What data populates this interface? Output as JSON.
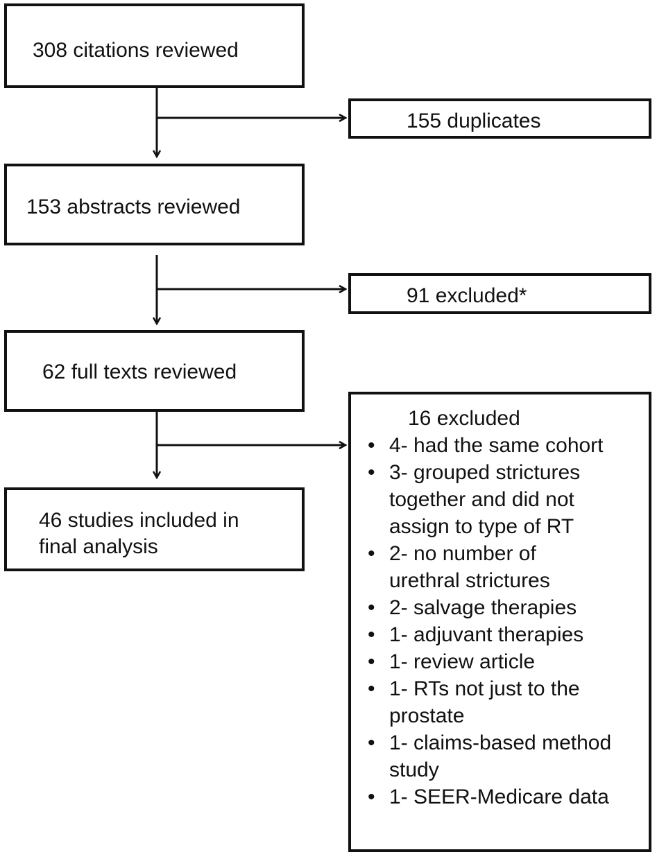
{
  "flowchart": {
    "citations": "308 citations reviewed",
    "duplicates": "155 duplicates",
    "abstracts": "153 abstracts reviewed",
    "excluded_abstracts": "91 excluded*",
    "full_texts": "62 full texts reviewed",
    "included_lines": [
      "46 studies included in",
      "final analysis"
    ],
    "excluded_full_texts": {
      "title": "16 excluded",
      "bullet": "•",
      "reasons": [
        [
          "4- had the same cohort"
        ],
        [
          "3- grouped strictures",
          "together and did not",
          "assign to type of RT"
        ],
        [
          "2- no number of",
          "urethral strictures"
        ],
        [
          "2- salvage therapies"
        ],
        [
          "1- adjuvant therapies"
        ],
        [
          "1- review article"
        ],
        [
          "1- RTs not just to the",
          "prostate"
        ],
        [
          "1- claims-based method",
          "study"
        ],
        [
          "1- SEER-Medicare data"
        ]
      ]
    }
  }
}
